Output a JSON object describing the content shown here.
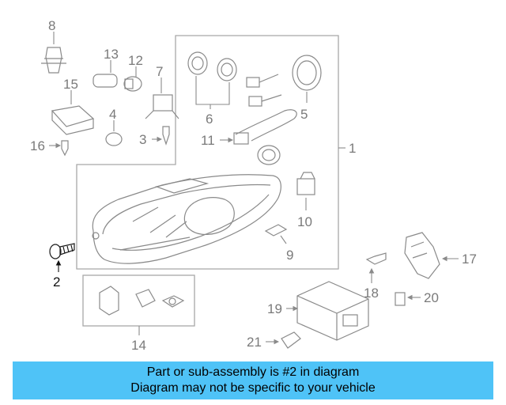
{
  "diagram": {
    "callouts": [
      "1",
      "2",
      "3",
      "4",
      "5",
      "6",
      "7",
      "8",
      "9",
      "10",
      "11",
      "12",
      "13",
      "14",
      "15",
      "16",
      "17",
      "18",
      "19",
      "20",
      "21"
    ],
    "highlighted_callout": "2"
  },
  "banner": {
    "line1": "Part or sub-assembly is #2 in diagram",
    "line2": "Diagram may not be specific to your vehicle",
    "color": "#4fc3f7"
  }
}
